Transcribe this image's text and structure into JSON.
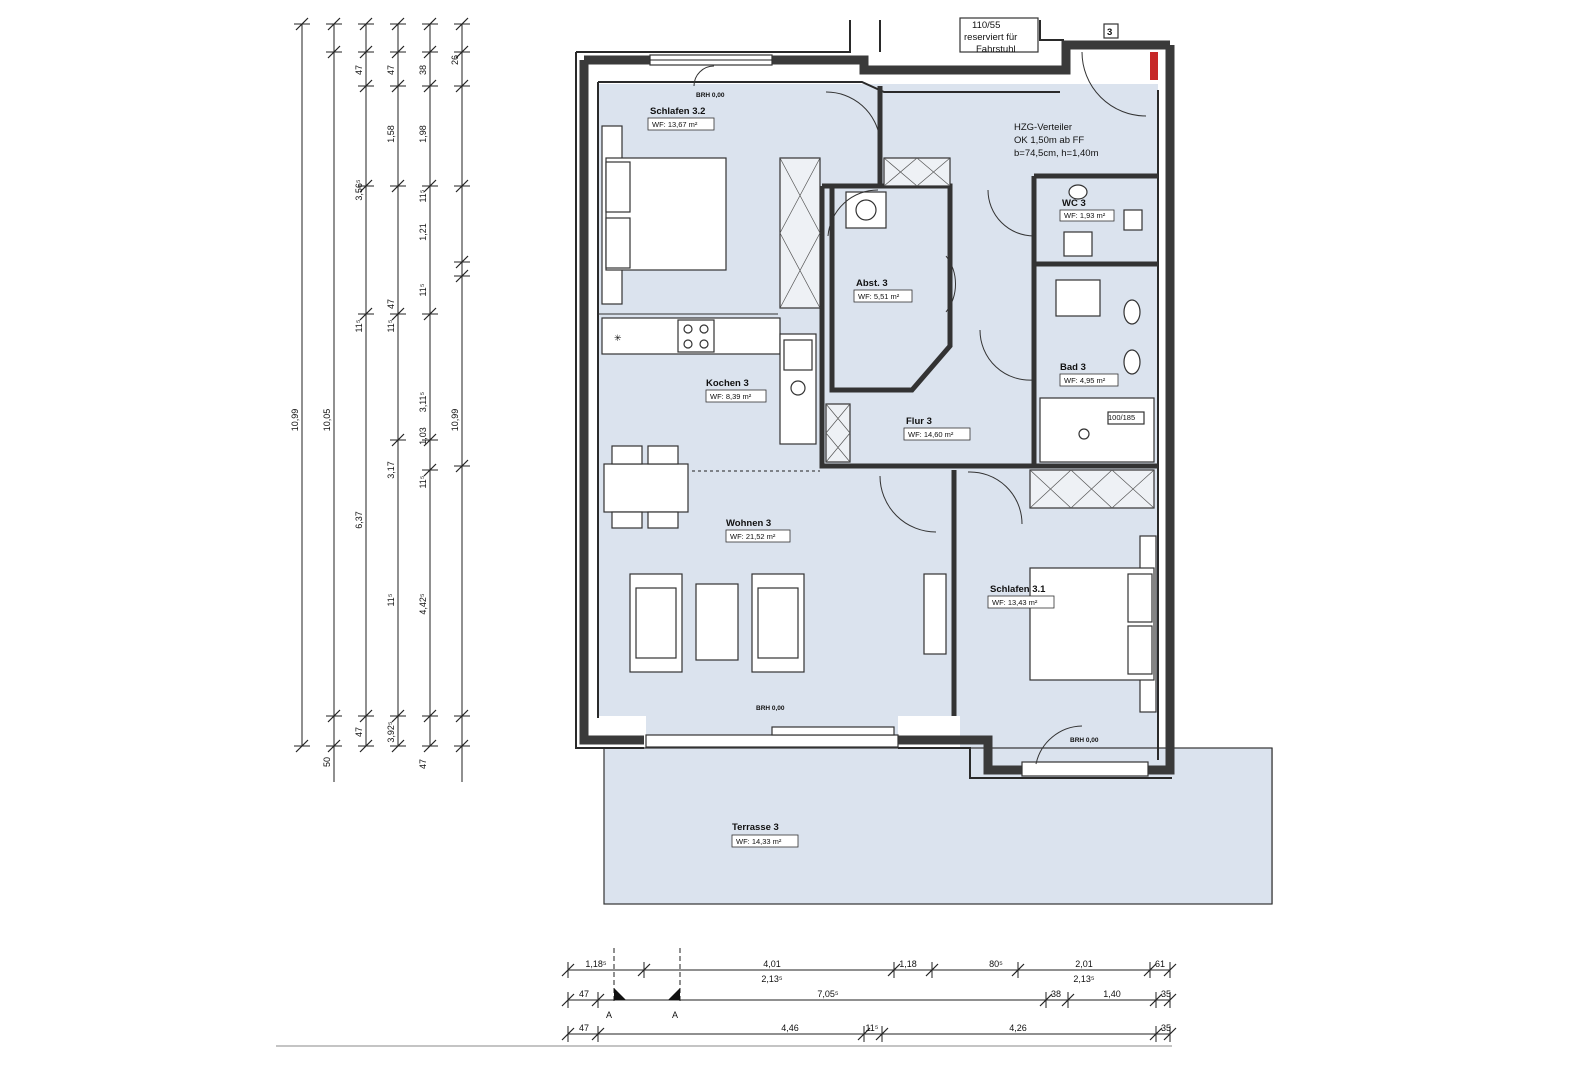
{
  "rooms": {
    "schlafen32": {
      "name": "Schlafen 3.2",
      "area": "WF: 13,67 m²"
    },
    "abst3": {
      "name": "Abst. 3",
      "area": "WF: 5,51 m²"
    },
    "wc3": {
      "name": "WC 3",
      "area": "WF: 1,93 m²"
    },
    "bad3": {
      "name": "Bad 3",
      "area": "WF: 4,95 m²"
    },
    "kochen3": {
      "name": "Kochen 3",
      "area": "WF: 8,39 m²"
    },
    "flur3": {
      "name": "Flur 3",
      "area": "WF: 14,60 m²"
    },
    "wohnen3": {
      "name": "Wohnen 3",
      "area": "WF: 21,52 m²"
    },
    "schlafen31": {
      "name": "Schlafen 3.1",
      "area": "WF: 13,43 m²"
    },
    "terrasse3": {
      "name": "Terrasse 3",
      "area": "WF: 14,33 m²"
    }
  },
  "notes": {
    "shaft_1": "110/55",
    "shaft_2": "reserviert für",
    "shaft_3": "Fahrstuhl",
    "hzg_1": "HZG-Verteiler",
    "hzg_2": "OK 1,50m ab FF",
    "hzg_3": "b=74,5cm, h=1,40m",
    "unit_number": "3",
    "shower_size": "100/185",
    "brh_top": "BRH 0,00",
    "brh_living": "BRH 0,00",
    "brh_bedroom": "BRH 0,00"
  },
  "section_marks": {
    "a1": "A",
    "a2": "A"
  },
  "dims_vertical": {
    "c1": [
      "10,99"
    ],
    "c2": [
      "10,05",
      "50"
    ],
    "c3": [
      "47",
      "3,56⁵",
      "11⁵",
      "6,37",
      "47"
    ],
    "c4": [
      "47",
      "1,58",
      "11⁵",
      "3,17",
      "11⁵",
      "3,92⁵",
      "47"
    ],
    "c5": [
      "38",
      "1,98",
      "11⁵",
      "1,21",
      "11⁵",
      "3,11⁵",
      "1,03",
      "11⁵",
      "4,42⁵",
      "47"
    ],
    "c6": [
      "26",
      "10,99"
    ]
  },
  "dims_horizontal": {
    "row1_top": [
      "1,18⁵",
      "4,01",
      "1,18",
      "80⁵",
      "2,01",
      "61"
    ],
    "row1_bottom": [
      "2,13⁵",
      "2,13⁵"
    ],
    "row2": [
      "47",
      "7,05⁵",
      "38",
      "1,40",
      "35"
    ],
    "row3": [
      "47",
      "4,46",
      "11⁵",
      "4,26",
      "35"
    ]
  }
}
